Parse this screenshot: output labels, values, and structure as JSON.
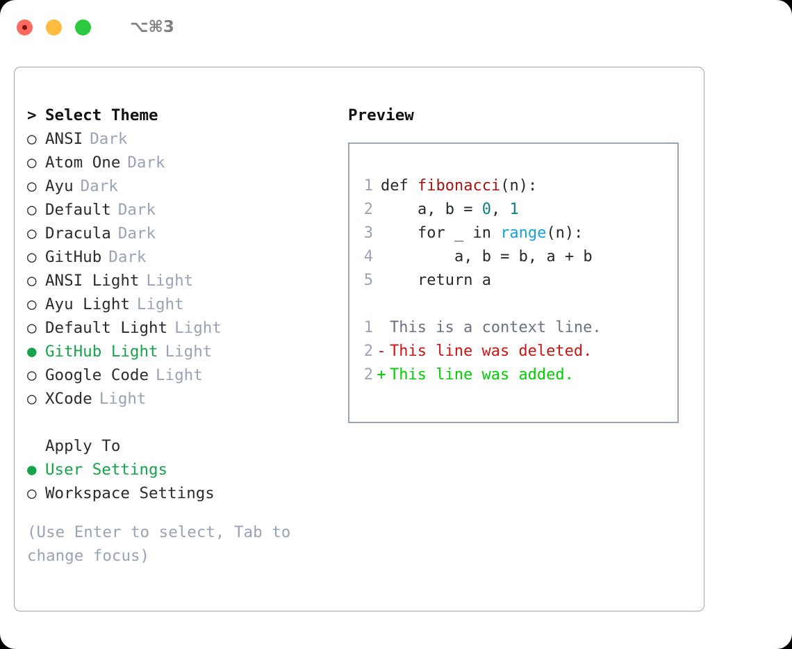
{
  "titlebar": {
    "shortcut": "⌥⌘3",
    "dots": [
      {
        "name": "close-button",
        "color": "#fd6a5e"
      },
      {
        "name": "minimize-button",
        "color": "#fdbc40"
      },
      {
        "name": "maximize-button",
        "color": "#2bc840"
      }
    ]
  },
  "theme_selector": {
    "heading_marker": ">",
    "heading": "Select Theme",
    "unselected_marker": "○",
    "selected_marker": "●",
    "items": [
      {
        "name": "ANSI",
        "variant": "Dark",
        "selected": false
      },
      {
        "name": "Atom One",
        "variant": "Dark",
        "selected": false
      },
      {
        "name": "Ayu",
        "variant": "Dark",
        "selected": false
      },
      {
        "name": "Default",
        "variant": "Dark",
        "selected": false
      },
      {
        "name": "Dracula",
        "variant": "Dark",
        "selected": false
      },
      {
        "name": "GitHub",
        "variant": "Dark",
        "selected": false
      },
      {
        "name": "ANSI Light",
        "variant": "Light",
        "selected": false
      },
      {
        "name": "Ayu Light",
        "variant": "Light",
        "selected": false
      },
      {
        "name": "Default Light",
        "variant": "Light",
        "selected": false
      },
      {
        "name": "GitHub Light",
        "variant": "Light",
        "selected": true
      },
      {
        "name": "Google Code",
        "variant": "Light",
        "selected": false
      },
      {
        "name": "XCode",
        "variant": "Light",
        "selected": false
      }
    ]
  },
  "apply_to": {
    "heading": "Apply To",
    "options": [
      {
        "name": "User Settings",
        "selected": true
      },
      {
        "name": "Workspace Settings",
        "selected": false
      }
    ]
  },
  "hint": "(Use Enter to select, Tab to change focus)",
  "preview": {
    "title": "Preview",
    "code_lines": [
      {
        "no": "1",
        "tokens": [
          {
            "t": "def ",
            "c": "plain"
          },
          {
            "t": "fibonacci",
            "c": "fn"
          },
          {
            "t": "(n):",
            "c": "plain"
          }
        ]
      },
      {
        "no": "2",
        "tokens": [
          {
            "t": "    a, b = ",
            "c": "plain"
          },
          {
            "t": "0",
            "c": "num"
          },
          {
            "t": ", ",
            "c": "plain"
          },
          {
            "t": "1",
            "c": "num"
          }
        ]
      },
      {
        "no": "3",
        "tokens": [
          {
            "t": "    for _ in ",
            "c": "plain"
          },
          {
            "t": "range",
            "c": "builtin"
          },
          {
            "t": "(n):",
            "c": "plain"
          }
        ]
      },
      {
        "no": "4",
        "tokens": [
          {
            "t": "        a, b = b, a + b",
            "c": "plain"
          }
        ]
      },
      {
        "no": "5",
        "tokens": [
          {
            "t": "    return a",
            "c": "plain"
          }
        ]
      }
    ],
    "diff_lines": [
      {
        "no": "1",
        "mark": " ",
        "text": "This is a context line.",
        "kind": "context"
      },
      {
        "no": "2",
        "mark": "-",
        "text": "This line was deleted.",
        "kind": "del"
      },
      {
        "no": "2",
        "mark": "+",
        "text": "This line was added.",
        "kind": "add"
      }
    ]
  },
  "colors": {
    "accent_green": "#16a34a",
    "muted": "#9aa3b5",
    "border": "#9aa6b8",
    "diff_add": "#00cc00",
    "diff_del": "#cc1414",
    "syntax_function": "#a31515",
    "syntax_number": "#0b8080",
    "syntax_builtin": "#19a0d8"
  }
}
